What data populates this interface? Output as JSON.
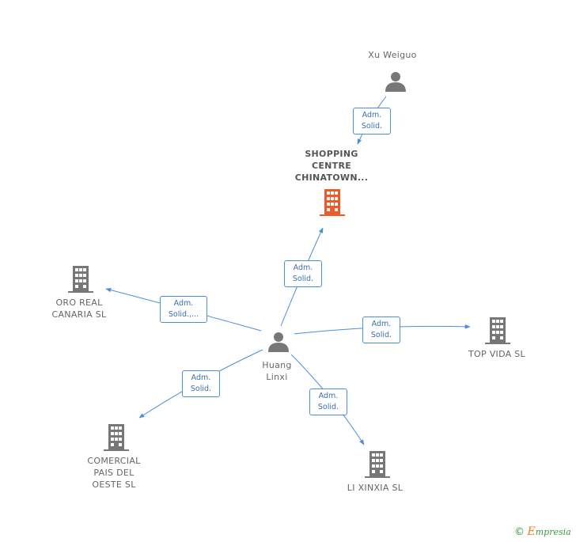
{
  "nodes": {
    "xu_weiguo": {
      "label": "Xu Weiguo"
    },
    "shopping_centre": {
      "label": "SHOPPING\nCENTRE\nCHINATOWN..."
    },
    "huang_linxi": {
      "label": "Huang\nLinxi"
    },
    "oro_real": {
      "label": "ORO REAL\nCANARIA SL"
    },
    "top_vida": {
      "label": "TOP VIDA SL"
    },
    "comercial": {
      "label": "COMERCIAL\nPAIS DEL\nOESTE SL"
    },
    "li_xinxia": {
      "label": "LI XINXIA SL"
    }
  },
  "edges": {
    "xu_to_shopping": {
      "line1": "Adm.",
      "line2": "Solid."
    },
    "huang_to_shopping": {
      "line1": "Adm.",
      "line2": "Solid."
    },
    "huang_to_oro": {
      "line1": "Adm.",
      "line2": "Solid.,..."
    },
    "huang_to_topvida": {
      "line1": "Adm.",
      "line2": "Solid."
    },
    "huang_to_comercial": {
      "line1": "Adm.",
      "line2": "Solid."
    },
    "huang_to_lixinxia": {
      "line1": "Adm.",
      "line2": "Solid."
    }
  },
  "colors": {
    "edge": "#4a90d9",
    "person_icon": "#777777",
    "company_icon": "#777777",
    "focus_company_icon": "#f05a28"
  },
  "footer": {
    "copyright_symbol": "©",
    "brand_initial": "E",
    "brand_rest": "mpresia"
  }
}
